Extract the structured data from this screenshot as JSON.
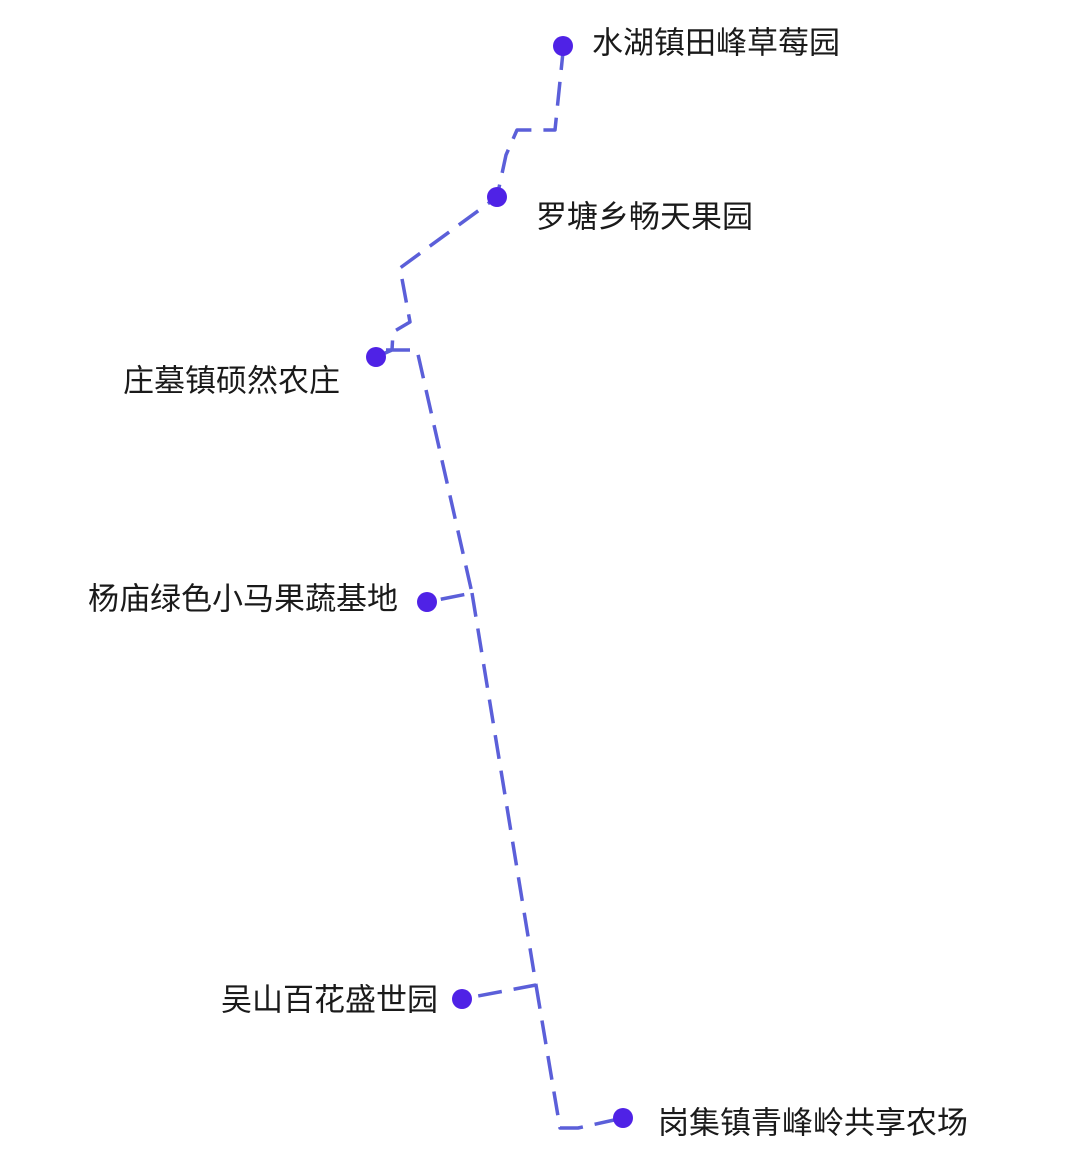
{
  "route": {
    "color": "#5b5fd9",
    "dot_color": "#4f22e6",
    "line_style": "dashed"
  },
  "stops": [
    {
      "id": "shuihu",
      "name": "水湖镇田峰草莓园"
    },
    {
      "id": "luotang",
      "name": "罗塘乡畅天果园"
    },
    {
      "id": "zhuangmu",
      "name": "庄墓镇硕然农庄"
    },
    {
      "id": "yangmiao",
      "name": "杨庙绿色小马果蔬基地"
    },
    {
      "id": "wushan",
      "name": "吴山百花盛世园"
    },
    {
      "id": "gangji",
      "name": "岗集镇青峰岭共享农场"
    }
  ]
}
